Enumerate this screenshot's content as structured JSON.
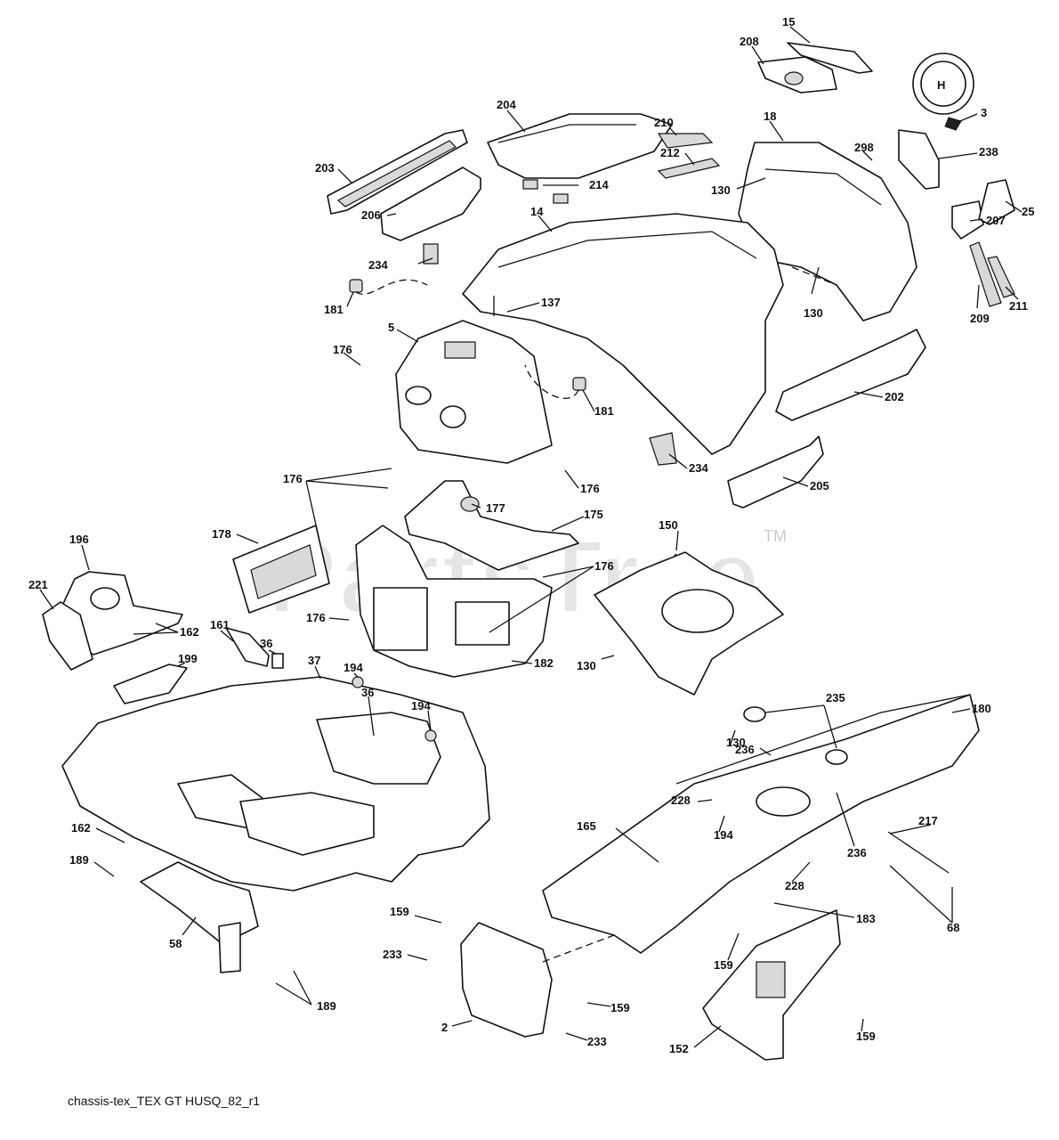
{
  "watermark": {
    "text": "PartsTree",
    "tm": "TM"
  },
  "caption": "chassis-tex_TEX GT HUSQ_82_r1",
  "brand_badge": "H",
  "callouts": [
    {
      "id": "c15",
      "label": "15"
    },
    {
      "id": "c208",
      "label": "208"
    },
    {
      "id": "c3",
      "label": "3"
    },
    {
      "id": "c204",
      "label": "204"
    },
    {
      "id": "c210",
      "label": "210"
    },
    {
      "id": "c18",
      "label": "18"
    },
    {
      "id": "c298",
      "label": "298"
    },
    {
      "id": "c238",
      "label": "238"
    },
    {
      "id": "c203",
      "label": "203"
    },
    {
      "id": "c212",
      "label": "212"
    },
    {
      "id": "c214",
      "label": "214"
    },
    {
      "id": "c130a",
      "label": "130"
    },
    {
      "id": "c14",
      "label": "14"
    },
    {
      "id": "c207",
      "label": "207"
    },
    {
      "id": "c25",
      "label": "25"
    },
    {
      "id": "c206",
      "label": "206"
    },
    {
      "id": "c234a",
      "label": "234"
    },
    {
      "id": "c130b",
      "label": "130"
    },
    {
      "id": "c209",
      "label": "209"
    },
    {
      "id": "c211",
      "label": "211"
    },
    {
      "id": "c181a",
      "label": "181"
    },
    {
      "id": "c137",
      "label": "137"
    },
    {
      "id": "c5",
      "label": "5"
    },
    {
      "id": "c176a",
      "label": "176"
    },
    {
      "id": "c181b",
      "label": "181"
    },
    {
      "id": "c202",
      "label": "202"
    },
    {
      "id": "c234b",
      "label": "234"
    },
    {
      "id": "c205",
      "label": "205"
    },
    {
      "id": "c176b",
      "label": "176"
    },
    {
      "id": "c176c",
      "label": "176"
    },
    {
      "id": "c177",
      "label": "177"
    },
    {
      "id": "c175",
      "label": "175"
    },
    {
      "id": "c150",
      "label": "150"
    },
    {
      "id": "c178",
      "label": "178"
    },
    {
      "id": "c196",
      "label": "196"
    },
    {
      "id": "c176d",
      "label": "176"
    },
    {
      "id": "c221",
      "label": "221"
    },
    {
      "id": "c176e",
      "label": "176"
    },
    {
      "id": "c162a",
      "label": "162"
    },
    {
      "id": "c161",
      "label": "161"
    },
    {
      "id": "c36a",
      "label": "36"
    },
    {
      "id": "c37",
      "label": "37"
    },
    {
      "id": "c194a",
      "label": "194"
    },
    {
      "id": "c182",
      "label": "182"
    },
    {
      "id": "c130c",
      "label": "130"
    },
    {
      "id": "c199",
      "label": "199"
    },
    {
      "id": "c36b",
      "label": "36"
    },
    {
      "id": "c194b",
      "label": "194"
    },
    {
      "id": "c130d",
      "label": "130"
    },
    {
      "id": "c235",
      "label": "235"
    },
    {
      "id": "c180",
      "label": "180"
    },
    {
      "id": "c236a",
      "label": "236"
    },
    {
      "id": "c228a",
      "label": "228"
    },
    {
      "id": "c194c",
      "label": "194"
    },
    {
      "id": "c236b",
      "label": "236"
    },
    {
      "id": "c162b",
      "label": "162"
    },
    {
      "id": "c165",
      "label": "165"
    },
    {
      "id": "c217",
      "label": "217"
    },
    {
      "id": "c189a",
      "label": "189"
    },
    {
      "id": "c228b",
      "label": "228"
    },
    {
      "id": "c183",
      "label": "183"
    },
    {
      "id": "c68",
      "label": "68"
    },
    {
      "id": "c58",
      "label": "58"
    },
    {
      "id": "c159a",
      "label": "159"
    },
    {
      "id": "c233a",
      "label": "233"
    },
    {
      "id": "c159b",
      "label": "159"
    },
    {
      "id": "c189b",
      "label": "189"
    },
    {
      "id": "c159c",
      "label": "159"
    },
    {
      "id": "c2",
      "label": "2"
    },
    {
      "id": "c233b",
      "label": "233"
    },
    {
      "id": "c159d",
      "label": "159"
    },
    {
      "id": "c152",
      "label": "152"
    }
  ]
}
